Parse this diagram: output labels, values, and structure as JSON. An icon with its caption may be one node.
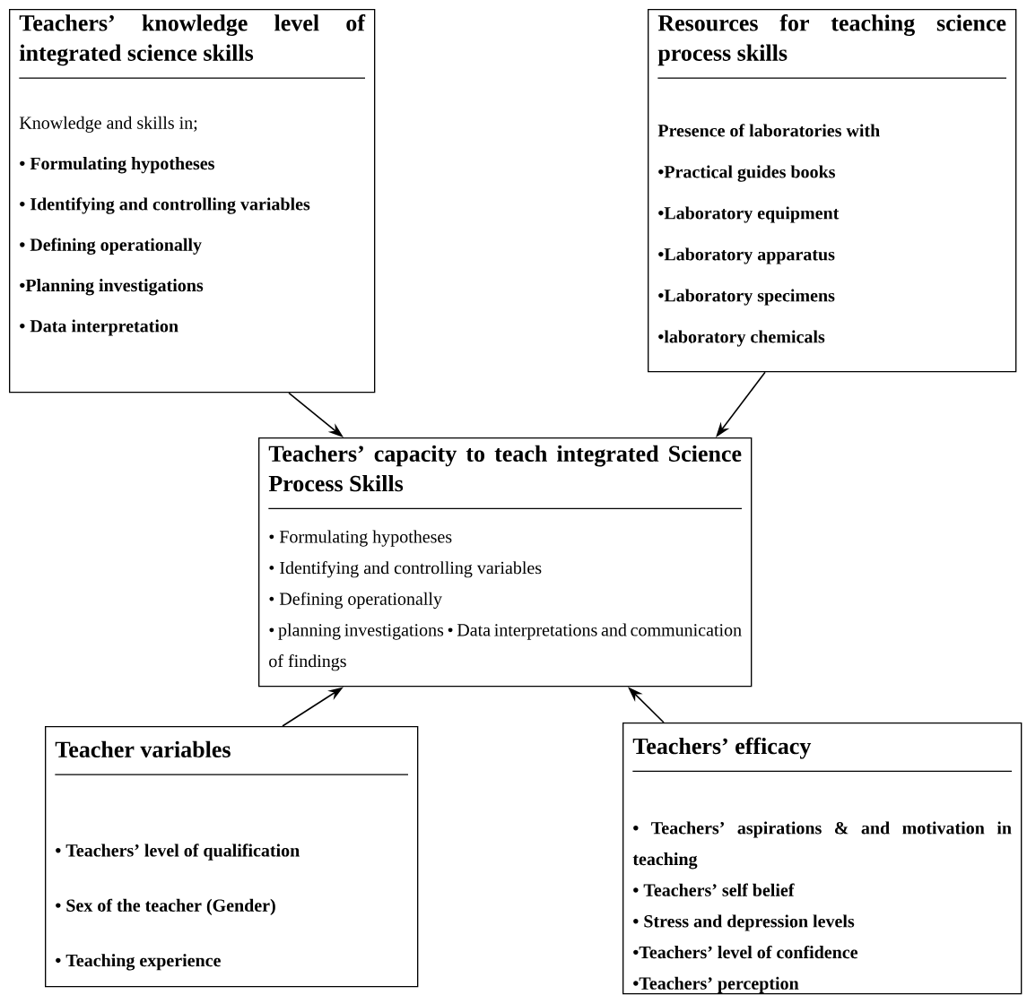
{
  "diagram": {
    "nodes": [
      {
        "text": [
          "Teachers’ knowledge level of integrated science skills",
          "Knowledge and skills in;",
          "• Formulating hypotheses",
          "• Identifying and controlling variables",
          "• Defining operationally",
          "•Planning investigations",
          "• Data interpretation"
        ]
      },
      {
        "text": [
          "Resources for teaching science process skills",
          "Presence of laboratories with",
          "•Practical guides books",
          "•Laboratory equipment",
          "•Laboratory apparatus",
          "•Laboratory specimens",
          "•laboratory chemicals"
        ]
      },
      {
        "text": [
          "Teachers’ capacity to teach integrated Science Process Skills",
          "• Formulating hypotheses",
          "• Identifying and controlling variables",
          "• Defining operationally",
          "• planning investigations • Data interpretations and communication of findings"
        ]
      },
      {
        "text": [
          "Teacher variables",
          "• Teachers’ level of qualification",
          "• Sex of the teacher (Gender)",
          "• Teaching experience"
        ]
      },
      {
        "text": [
          "Teachers’ efficacy",
          "• Teachers’ aspirations & and motivation in teaching",
          "• Teachers’ self belief",
          "• Stress and depression levels",
          "•Teachers’ level of confidence",
          "•Teachers’ perception"
        ]
      }
    ],
    "edges": [
      {
        "from": 0,
        "to": 2,
        "arrow": "to"
      },
      {
        "from": 1,
        "to": 2,
        "arrow": "to"
      },
      {
        "from": 3,
        "to": 2,
        "arrow": "to"
      },
      {
        "from": 4,
        "to": 2,
        "arrow": "to"
      }
    ]
  }
}
